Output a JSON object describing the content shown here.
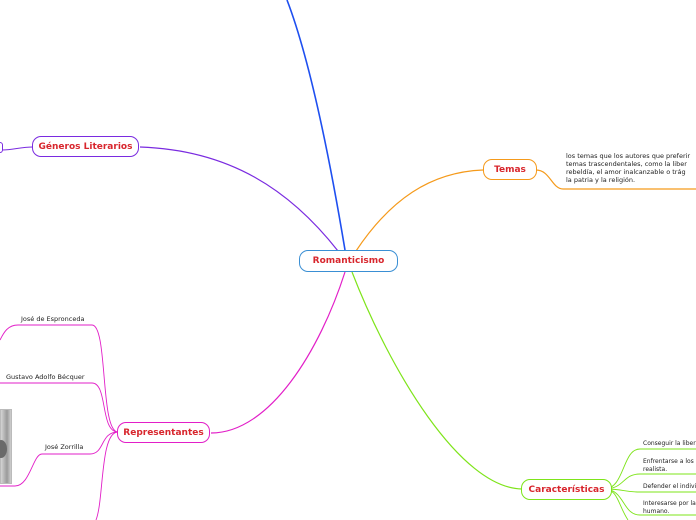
{
  "central": {
    "label": "Romanticismo",
    "border_color": "#3a8fd4"
  },
  "branches": {
    "generos": {
      "label": "Géneros Literarios",
      "color": "#7a2be0"
    },
    "temas": {
      "label": "Temas",
      "color": "#f59a1b",
      "text": "los temas que los autores que preferir\ntemas trascendentales, como la liber\nrebeldía, el amor inalcanzable o trág\nla patria y la religión."
    },
    "representantes": {
      "label": "Representantes",
      "color": "#e21fc8",
      "items": [
        "José de Espronceda",
        "Gustavo Adolfo Bécquer",
        "José Zorrilla"
      ]
    },
    "caracteristicas": {
      "label": "Características",
      "color": "#7ee41a",
      "items": [
        "Conseguir la liberta",
        "Enfrentarse a los p\nrealista.",
        "Defender el individu",
        "Interesarse por las\nhumano."
      ]
    },
    "top": {
      "color": "#1e4ff0"
    }
  }
}
